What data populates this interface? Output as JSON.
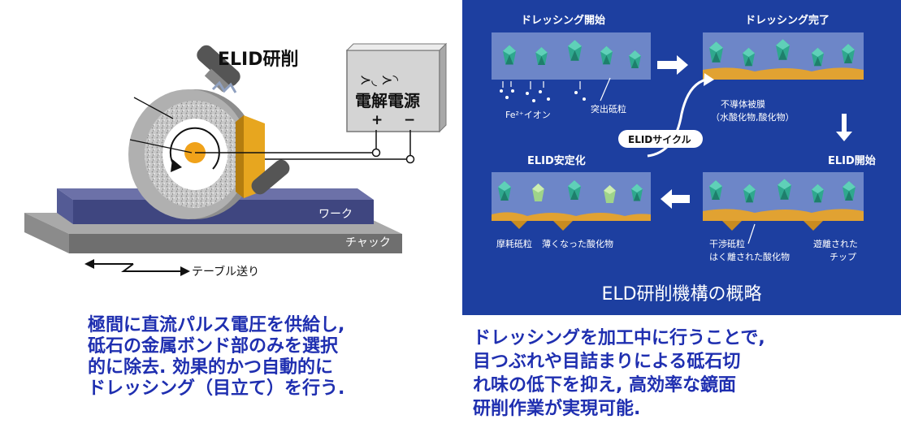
{
  "left_diagram": {
    "title": "ELID研削",
    "power_box": {
      "switches": "≻◟ ≻◝",
      "label": "電解電源",
      "plus": "+",
      "minus": "−"
    },
    "work_label": "ワーク",
    "chuck_label": "チャック",
    "table_feed_label": "テーブル送り"
  },
  "left_caption": [
    "極間に直流パルス電圧を供給し,",
    "砥石の金属ボンド部のみを選択",
    "的に除去. 効果的かつ自動的に",
    "ドレッシング（目立て）を行う."
  ],
  "right_panel": {
    "stage_start_title": "ドレッシング開始",
    "stage_done_title": "ドレッシング完了",
    "stage_stable_title": "ELID安定化",
    "stage_elid_start_title": "ELID開始",
    "fe_ion_label": "Fe²⁺イオン",
    "protruding_grain_label": "突出砥粒",
    "insulating_film_label_1": "不導体被膜",
    "insulating_film_label_2": "（水酸化物,酸化物）",
    "cycle_label": "ELIDサイクル",
    "worn_grain_label": "摩耗砥粒",
    "thin_oxide_label": "薄くなった酸化物",
    "interfering_grain_label_1": "干渉砥粒",
    "interfering_grain_label_2": "はく離された酸化物",
    "released_chip_label_1": "遊離された",
    "released_chip_label_2": "チップ",
    "title": "ELD研削機構の概略"
  },
  "right_caption": [
    "ドレッシングを加工中に行うことで,",
    "目つぶれや目詰まりによる砥石切",
    "れ味の低下を抑え, 高効率な鏡面",
    "研削作業が実現可能."
  ],
  "colors": {
    "panel_blue": "#1d3fa0",
    "caption_blue": "#1f2fb0",
    "layer_blue": "#6d86c8",
    "oxide_orange": "#e1a232",
    "grain_green": "#2fa88e"
  }
}
